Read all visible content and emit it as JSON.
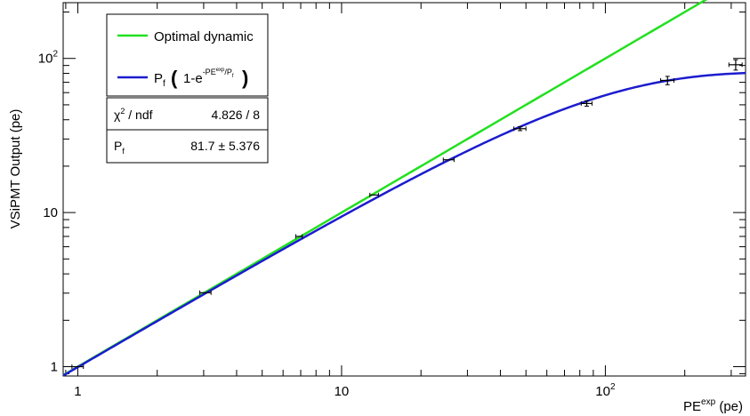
{
  "chart_data": {
    "type": "line",
    "xscale": "log",
    "yscale": "log",
    "xlim": [
      0.88,
      340
    ],
    "ylim": [
      0.87,
      230
    ],
    "xlabel_main": "PE",
    "xlabel_sup": "exp",
    "xlabel_unit": " (pe)",
    "ylabel": "VSiPMT Output (pe)",
    "x_ticks": [
      {
        "value": 1,
        "base": "1",
        "sup": ""
      },
      {
        "value": 10,
        "base": "10",
        "sup": ""
      },
      {
        "value": 100,
        "base": "10",
        "sup": "2"
      }
    ],
    "y_ticks": [
      {
        "value": 1,
        "base": "1",
        "sup": ""
      },
      {
        "value": 10,
        "base": "10",
        "sup": ""
      },
      {
        "value": 100,
        "base": "10",
        "sup": "2"
      }
    ],
    "series": [
      {
        "name": "Optimal dynamic",
        "color": "#22e01f",
        "kind": "function",
        "formula": "y = x"
      },
      {
        "name": "Pf fit",
        "color": "#1c1ccf",
        "kind": "function",
        "formula": "y = Pf*(1-exp(-x/Pf))",
        "Pf": 81.7
      },
      {
        "name": "data",
        "color": "#000000",
        "kind": "points_with_errors",
        "points": [
          {
            "x": 1.0,
            "y": 1.0,
            "xerr": 0.05,
            "yerr": 0.0
          },
          {
            "x": 3.05,
            "y": 3.02,
            "xerr": 0.15,
            "yerr": 0.0
          },
          {
            "x": 6.9,
            "y": 7.0,
            "xerr": 0.2,
            "yerr": 0.0
          },
          {
            "x": 13.3,
            "y": 13.0,
            "xerr": 0.5,
            "yerr": 0.0
          },
          {
            "x": 25.5,
            "y": 22.0,
            "xerr": 1.2,
            "yerr": 0.0
          },
          {
            "x": 47.5,
            "y": 35.0,
            "xerr": 2.5,
            "yerr": 1.0
          },
          {
            "x": 85.0,
            "y": 51.0,
            "xerr": 4.0,
            "yerr": 2.0
          },
          {
            "x": 172.0,
            "y": 72.0,
            "xerr": 10.0,
            "yerr": 4.5
          },
          {
            "x": 312.0,
            "y": 91.0,
            "xerr": 18.0,
            "yerr": 7.0
          }
        ]
      }
    ],
    "legend": {
      "position": "top-left",
      "entries": [
        {
          "label": "Optimal dynamic",
          "color": "#22e01f"
        },
        {
          "label_pre": "P",
          "label_sub": "f",
          "formula_mid": "1-e",
          "formula_sup": "-PE",
          "formula_supsup": "exp",
          "formula_sup_tail": "/P",
          "formula_sup_sub": "f",
          "color": "#1c1ccf"
        }
      ]
    },
    "stats": {
      "rows": [
        {
          "label_pre": "χ",
          "label_sup": "2",
          "label_post": " / ndf",
          "value": "4.826 / 8"
        },
        {
          "label_pre": "P",
          "label_sub": "f",
          "label_post": "",
          "value": "81.7 ± 5.376"
        }
      ]
    }
  }
}
